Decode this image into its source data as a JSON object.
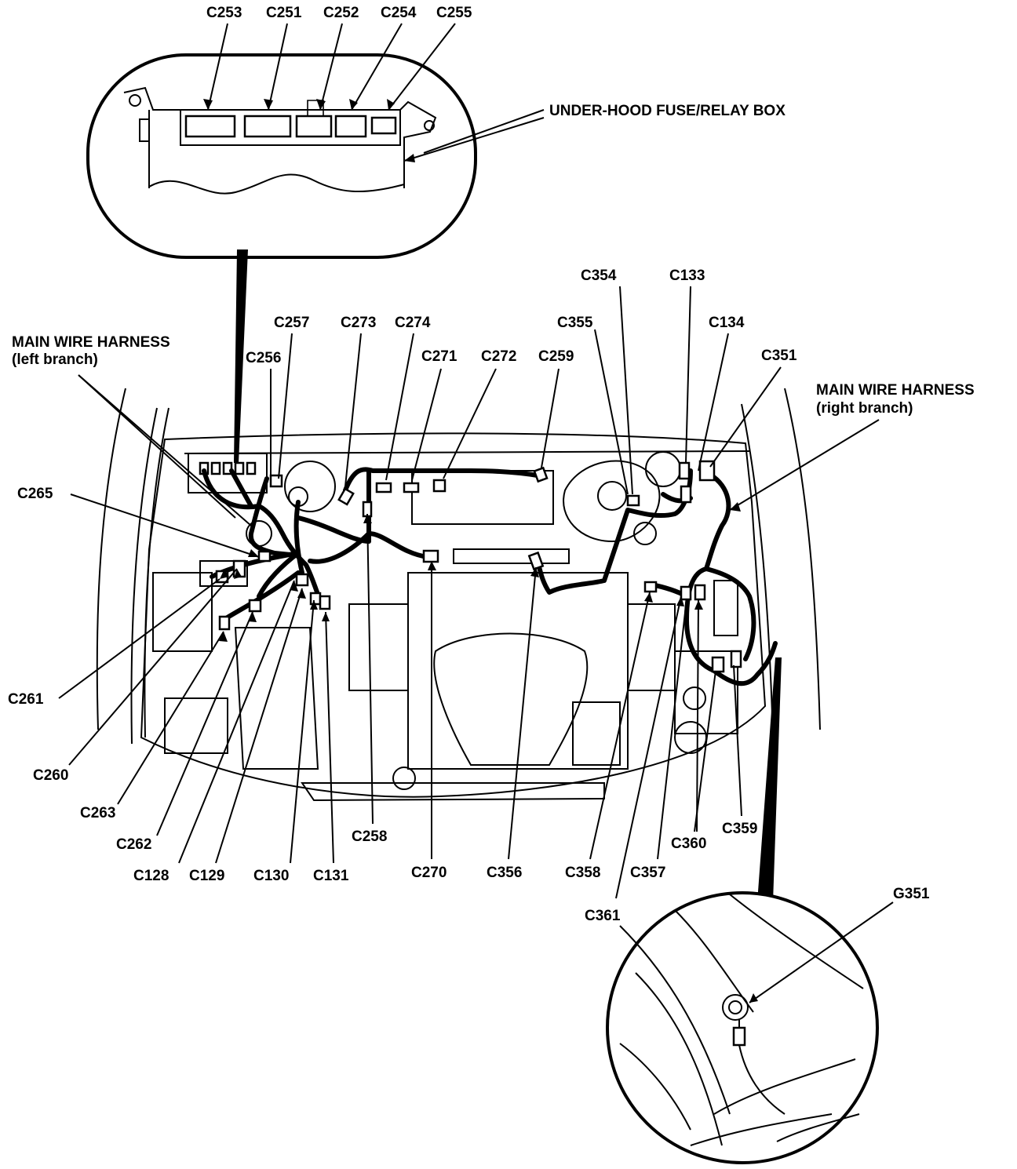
{
  "callouts": {
    "fuse_box": "UNDER-HOOD FUSE/RELAY BOX",
    "left_branch_title": "MAIN WIRE HARNESS",
    "left_branch_sub": "(left branch)",
    "right_branch_title": "MAIN WIRE HARNESS",
    "right_branch_sub": "(right branch)"
  },
  "labels": {
    "C253": "C253",
    "C251": "C251",
    "C252": "C252",
    "C254": "C254",
    "C255": "C255",
    "C354": "C354",
    "C133": "C133",
    "C355": "C355",
    "C134": "C134",
    "C257": "C257",
    "C273": "C273",
    "C274": "C274",
    "C256": "C256",
    "C271": "C271",
    "C272": "C272",
    "C259": "C259",
    "C351": "C351",
    "C265": "C265",
    "C261": "C261",
    "C260": "C260",
    "C263": "C263",
    "C262": "C262",
    "C128": "C128",
    "C129": "C129",
    "C130": "C130",
    "C131": "C131",
    "C258": "C258",
    "C270": "C270",
    "C356": "C356",
    "C358": "C358",
    "C357": "C357",
    "C361": "C361",
    "C360": "C360",
    "C359": "C359",
    "G351": "G351"
  }
}
